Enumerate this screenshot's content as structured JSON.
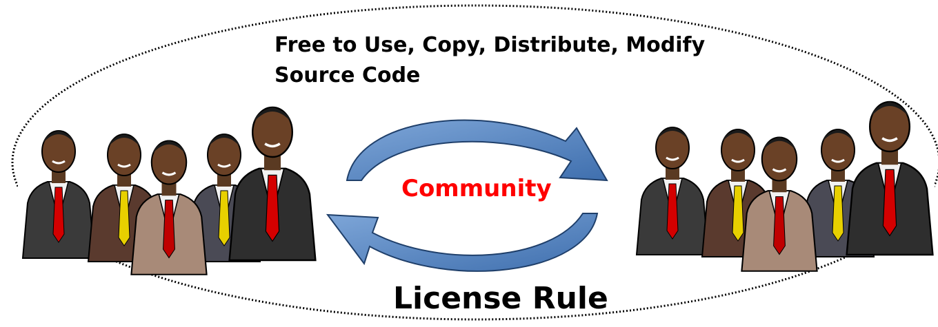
{
  "diagram": {
    "top_text": {
      "line1": "Free to Use, Copy, Distribute, Modify",
      "line2": "Source Code"
    },
    "center_label": "Community",
    "bottom_label": "License Rule",
    "groups": [
      {
        "name": "left-group-of-people"
      },
      {
        "name": "right-group-of-people"
      }
    ],
    "colors": {
      "center_label": "#ff0000",
      "arrow_fill": "#4f81bd",
      "ellipse_stroke": "#000000"
    }
  }
}
